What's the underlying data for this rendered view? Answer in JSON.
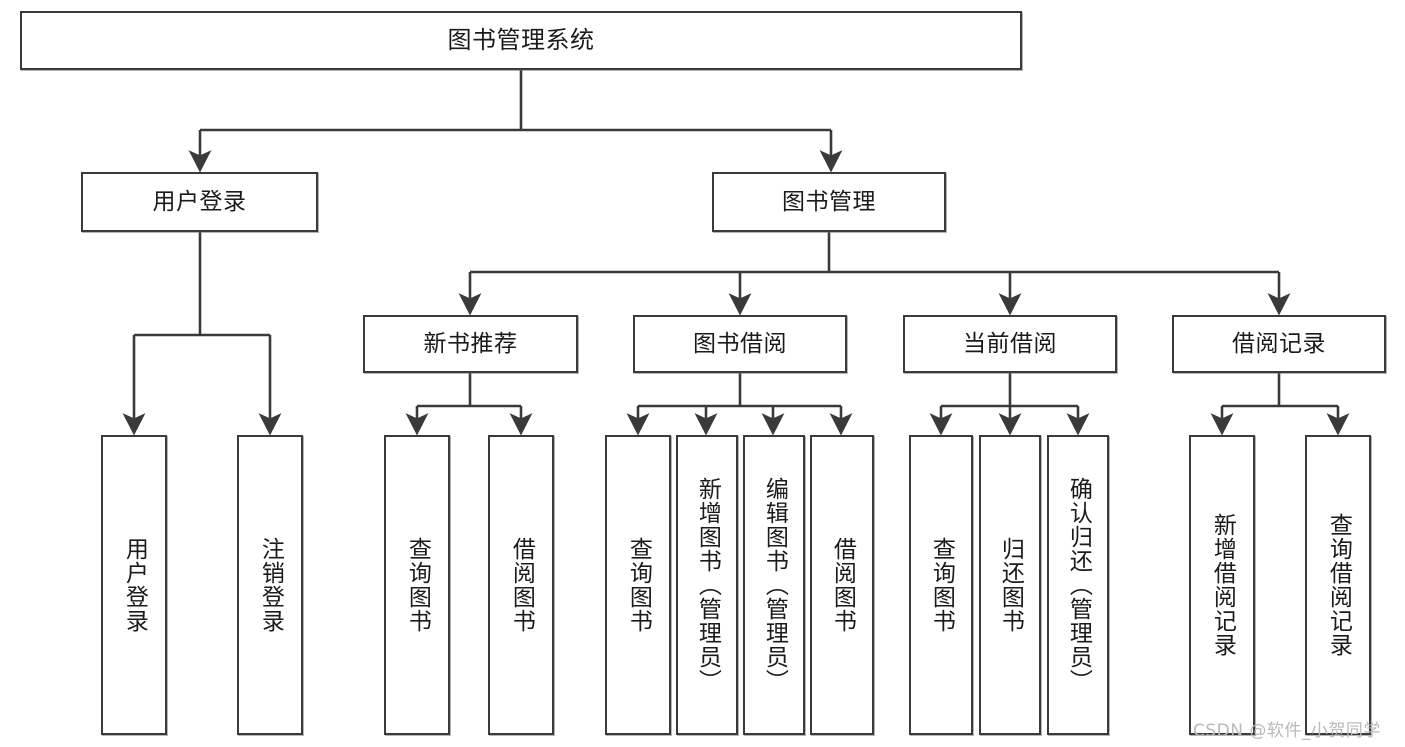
{
  "diagram": {
    "title": "图书管理系统",
    "type": "tree",
    "orientation": "top-down",
    "line_color": "#3a3a3a",
    "box_fill": "#ffffff",
    "text_color": "#1b1b1b",
    "watermark": "CSDN @软件_小贺同学",
    "nodes": {
      "root": {
        "label": "图书管理系统"
      },
      "level2": [
        {
          "label": "用户登录"
        },
        {
          "label": "图书管理"
        }
      ],
      "level3": [
        {
          "label": "新书推荐"
        },
        {
          "label": "图书借阅"
        },
        {
          "label": "当前借阅"
        },
        {
          "label": "借阅记录"
        }
      ],
      "leaves": {
        "user_login": [
          {
            "label": "用户登录"
          },
          {
            "label": "注销登录"
          }
        ],
        "new_book_recommend": [
          {
            "label": "查询图书"
          },
          {
            "label": "借阅图书"
          }
        ],
        "book_borrow": [
          {
            "label": "查询图书"
          },
          {
            "label": "新增图书（管理员）"
          },
          {
            "label": "编辑图书（管理员）"
          },
          {
            "label": "借阅图书"
          }
        ],
        "current_borrow": [
          {
            "label": "查询图书"
          },
          {
            "label": "归还图书"
          },
          {
            "label": "确认归还（管理员）"
          }
        ],
        "borrow_records": [
          {
            "label": "新增借阅记录"
          },
          {
            "label": "查询借阅记录"
          }
        ]
      }
    }
  }
}
